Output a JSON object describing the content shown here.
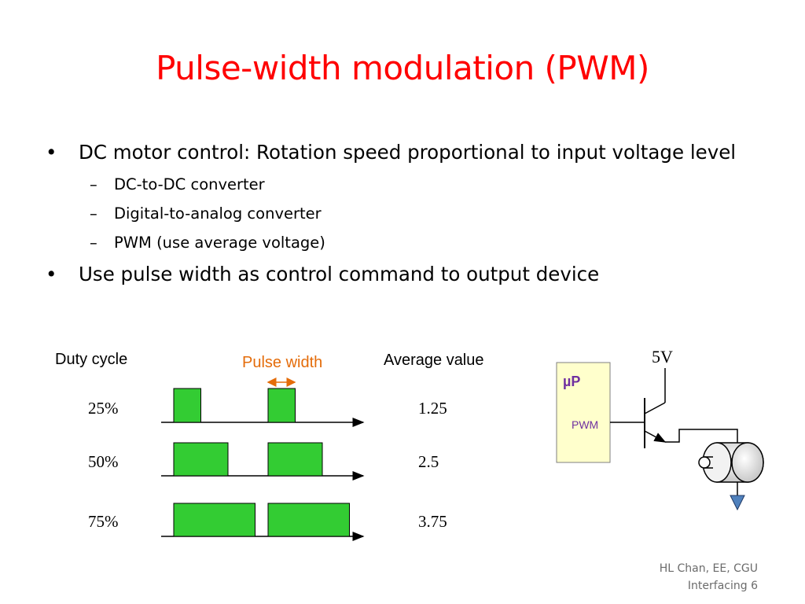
{
  "title": "Pulse-width modulation (PWM)",
  "bullets": [
    {
      "text": "DC motor control: Rotation speed proportional to input voltage level",
      "sub": [
        "DC-to-DC converter",
        "Digital-to-analog converter",
        "PWM (use average voltage)"
      ]
    },
    {
      "text": "Use pulse width as control command to output device",
      "sub": []
    }
  ],
  "diagram": {
    "duty_cycle_label": "Duty cycle",
    "pulse_width_label": "Pulse width",
    "average_value_label": "Average value",
    "pulse_width_color": "#e46c0a",
    "pulse_fill_color": "#33cc33",
    "rows": [
      {
        "duty": "25%",
        "average": "1.25",
        "duty_fraction": 0.25
      },
      {
        "duty": "50%",
        "average": "2.5",
        "duty_fraction": 0.5
      },
      {
        "duty": "75%",
        "average": "3.75",
        "duty_fraction": 0.75
      }
    ],
    "circuit": {
      "supply": "5V",
      "mcu": "µP",
      "pin": "PWM",
      "mcu_color": "#ffffcc",
      "mcu_label_color": "#7030a0",
      "ground_color": "#4f81bd"
    }
  },
  "footer": {
    "line1": "HL Chan, EE, CGU",
    "line2": "Interfacing 6"
  }
}
